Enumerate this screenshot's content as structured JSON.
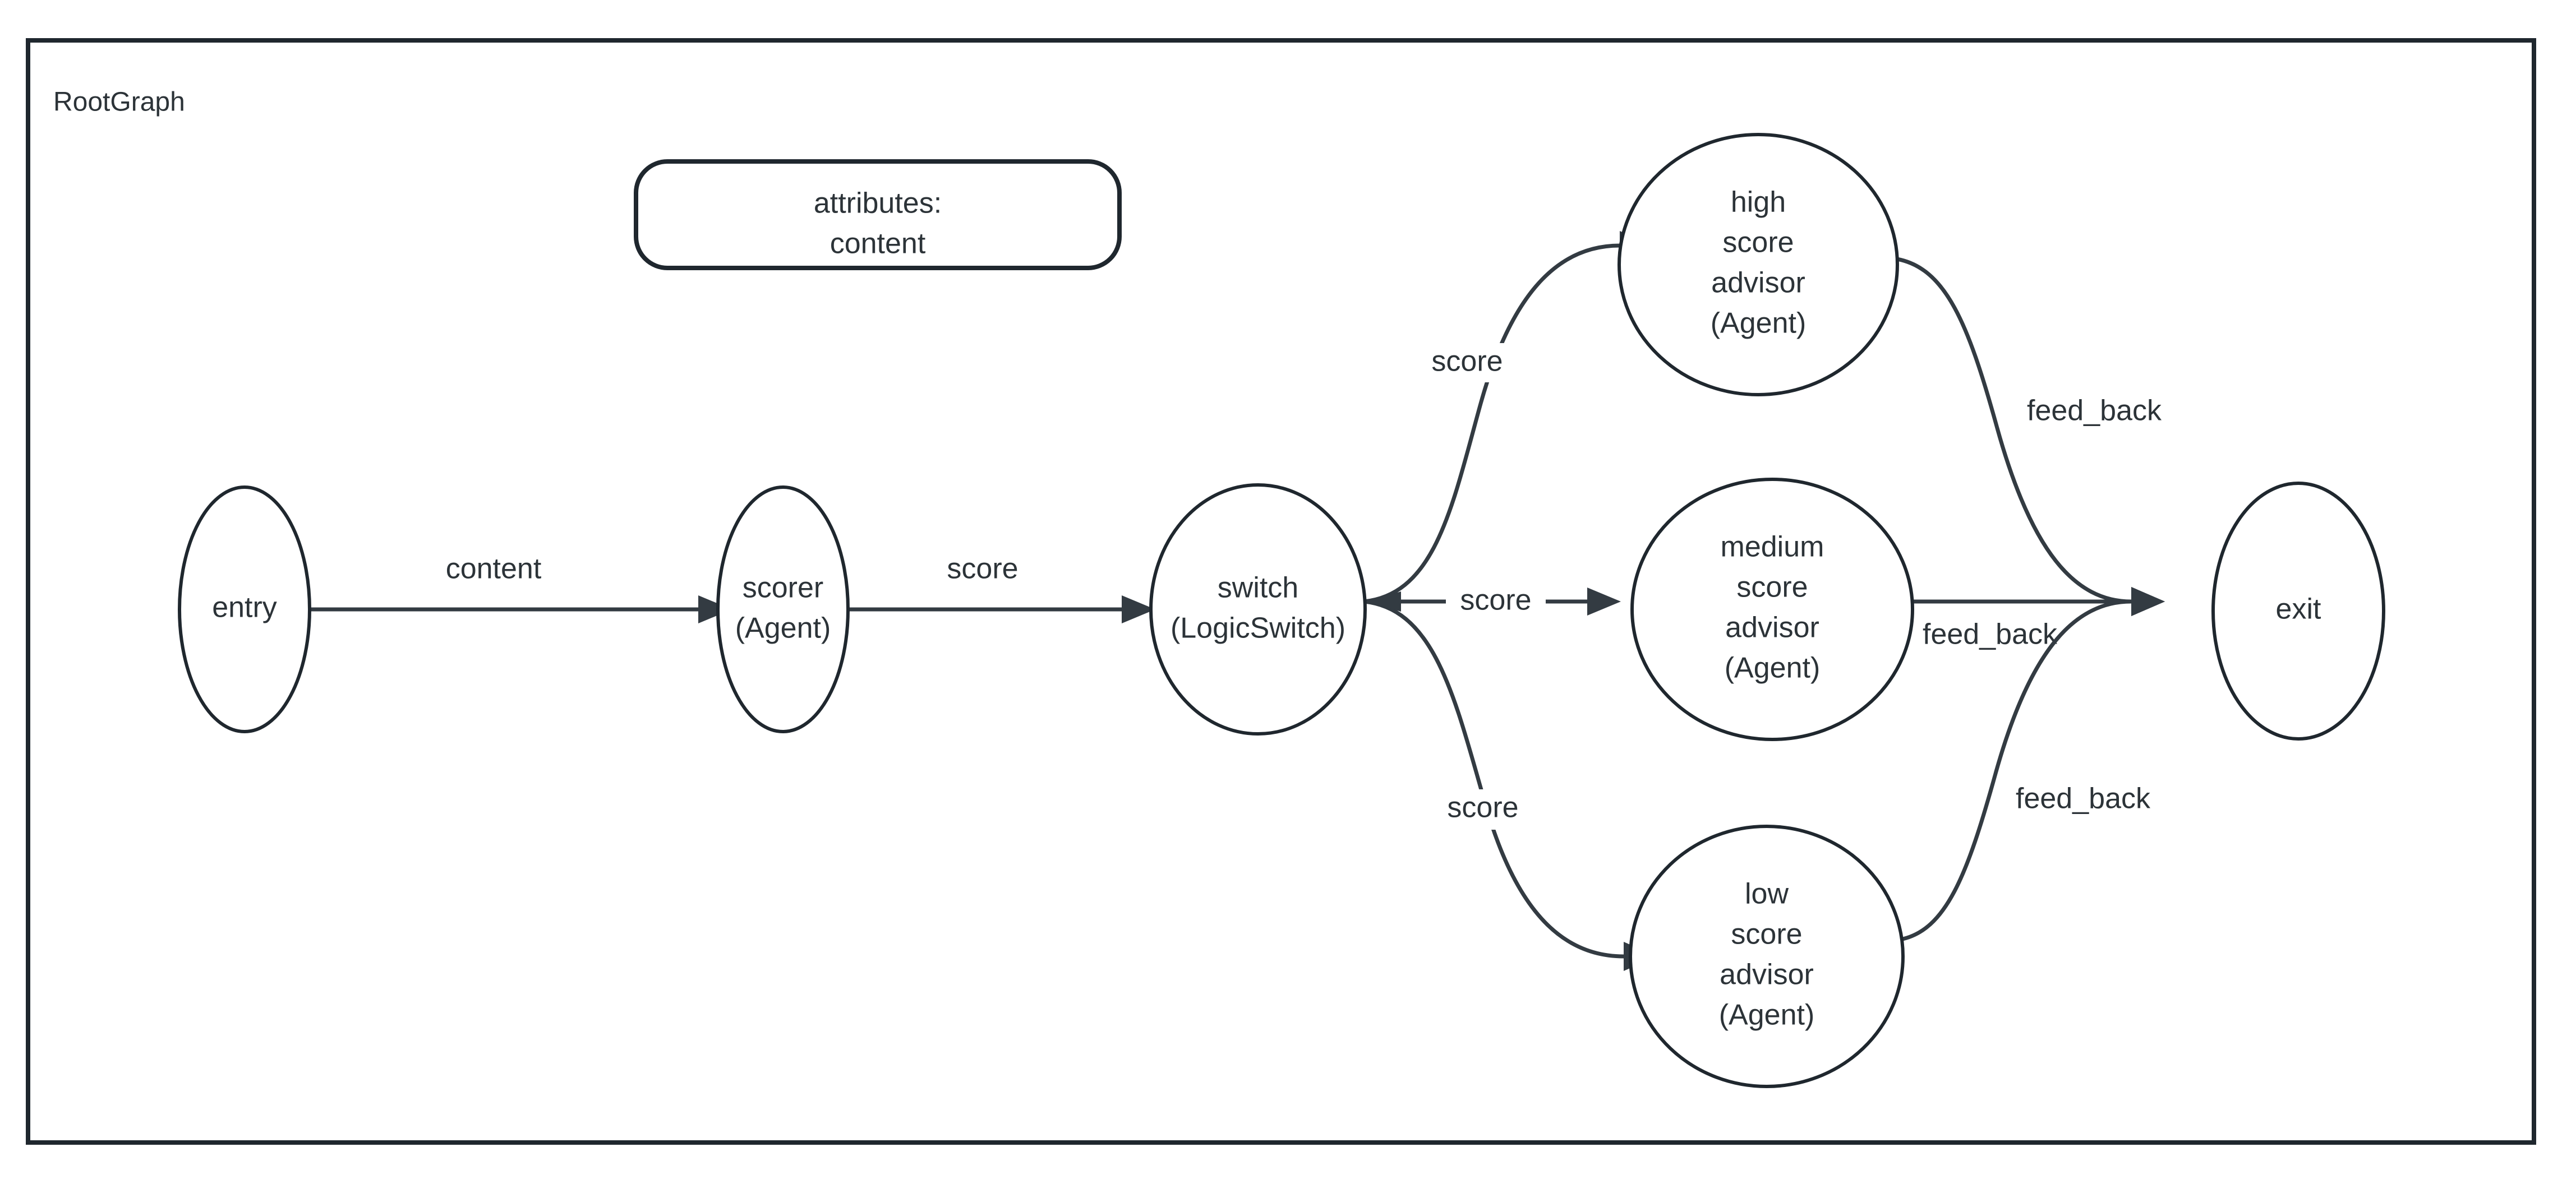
{
  "graph": {
    "cluster_label": "RootGraph",
    "background_color": "#ffffff",
    "stroke_color": "#1f272e",
    "edge_color": "#333b42",
    "text_color": "#2c3338"
  },
  "attributes_box": {
    "line1": "attributes:",
    "line2": "content"
  },
  "nodes": [
    {
      "id": "entry",
      "lines": [
        "entry"
      ]
    },
    {
      "id": "scorer",
      "lines": [
        "scorer",
        "(Agent)"
      ]
    },
    {
      "id": "switch",
      "lines": [
        "switch",
        "(LogicSwitch)"
      ]
    },
    {
      "id": "high_advisor",
      "lines": [
        "high",
        "score",
        "advisor",
        "(Agent)"
      ]
    },
    {
      "id": "medium_advisor",
      "lines": [
        "medium",
        "score",
        "advisor",
        "(Agent)"
      ]
    },
    {
      "id": "low_advisor",
      "lines": [
        "low",
        "score",
        "advisor",
        "(Agent)"
      ]
    },
    {
      "id": "exit",
      "lines": [
        "exit"
      ]
    }
  ],
  "edges": [
    {
      "from": "entry",
      "to": "scorer",
      "label": "content"
    },
    {
      "from": "scorer",
      "to": "switch",
      "label": "score"
    },
    {
      "from": "switch",
      "to": "high_advisor",
      "label": "score"
    },
    {
      "from": "switch",
      "to": "medium_advisor",
      "label": "score"
    },
    {
      "from": "switch",
      "to": "low_advisor",
      "label": "score"
    },
    {
      "from": "high_advisor",
      "to": "exit",
      "label": "feed_back"
    },
    {
      "from": "medium_advisor",
      "to": "exit",
      "label": "feed_back"
    },
    {
      "from": "low_advisor",
      "to": "exit",
      "label": "feed_back"
    }
  ]
}
